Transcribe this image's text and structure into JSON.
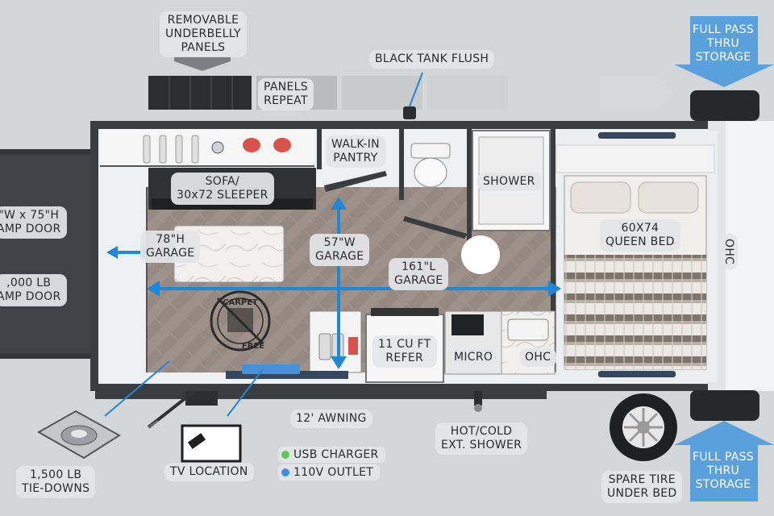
{
  "colors": {
    "background": "#d4d6d8",
    "wall": "#3a3d40",
    "floor": "#9a8f86",
    "blue_dimension": "#1e88d8",
    "blue_arrow": "#4a9bdb",
    "usb_dot": "#5ccb55",
    "outlet_dot": "#3b8fe0"
  },
  "labels": {
    "removable_underbelly": [
      "REMOVABLE",
      "UNDERBELLY",
      "PANELS"
    ],
    "panels_repeat": [
      "PANELS",
      "REPEAT"
    ],
    "black_tank_flush": [
      "BLACK TANK FLUSH"
    ],
    "walkin_pantry": [
      "WALK-IN",
      "PANTRY"
    ],
    "shower": [
      "SHOWER"
    ],
    "sofa": [
      "SOFA/",
      "30x72 SLEEPER"
    ],
    "garage_height": [
      "78\"H",
      "GARAGE"
    ],
    "garage_width": [
      "57\"W",
      "GARAGE"
    ],
    "garage_length": [
      "161\"L",
      "GARAGE"
    ],
    "queen_bed": [
      "60X74",
      "QUEEN BED"
    ],
    "ohc_right": [
      "OHC"
    ],
    "ramp_size": [
      "\"W x 75\"H",
      "AMP DOOR"
    ],
    "ramp_weight": [
      ",000 LB",
      "AMP DOOR"
    ],
    "refer": [
      "11 CU FT",
      "REFER"
    ],
    "micro": [
      "MICRO"
    ],
    "ohc_kitchen": [
      "OHC"
    ],
    "awning": [
      "12' AWNING"
    ],
    "ext_shower": [
      "HOT/COLD",
      "EXT. SHOWER"
    ],
    "tv_location": [
      "TV LOCATION"
    ],
    "tiedowns": [
      "1,500 LB",
      "TIE-DOWNS"
    ],
    "spare_tire": [
      "SPARE TIRE",
      "UNDER BED"
    ],
    "storage_top": [
      "FULL PASS",
      "THRU",
      "STORAGE"
    ],
    "storage_bottom": [
      "FULL PASS",
      "THRU",
      "STORAGE"
    ]
  },
  "legend": {
    "usb": "USB CHARGER",
    "outlet": "110V OUTLET"
  },
  "stamp": {
    "top": "CARPET",
    "bottom": "FREE"
  }
}
